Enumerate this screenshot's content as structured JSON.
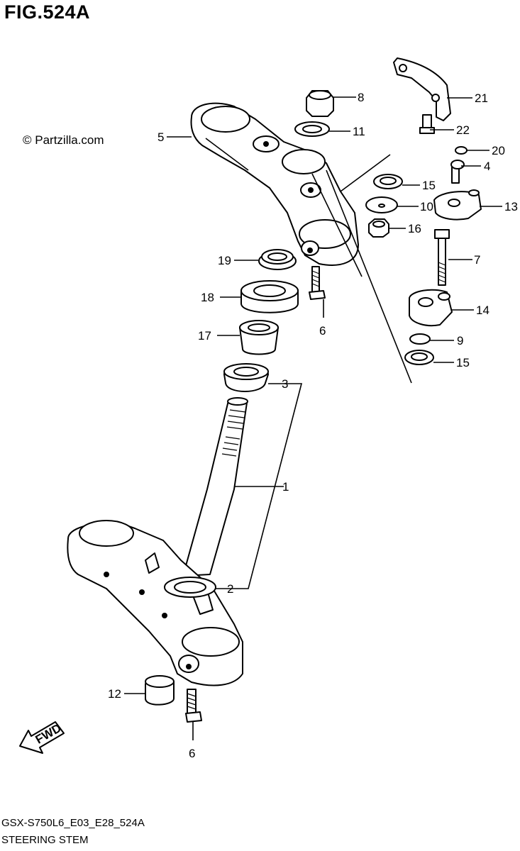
{
  "figure": {
    "title": "FIG.524A",
    "watermark": "© Partzilla.com",
    "model_code": "GSX-S750L6_E03_E28_524A",
    "section_name": "STEERING STEM",
    "fwd_label": "FWD"
  },
  "callouts": [
    {
      "id": "c1",
      "text": "1"
    },
    {
      "id": "c2",
      "text": "2"
    },
    {
      "id": "c3",
      "text": "3"
    },
    {
      "id": "c4",
      "text": "4"
    },
    {
      "id": "c5",
      "text": "5"
    },
    {
      "id": "c6a",
      "text": "6"
    },
    {
      "id": "c6b",
      "text": "6"
    },
    {
      "id": "c7",
      "text": "7"
    },
    {
      "id": "c8",
      "text": "8"
    },
    {
      "id": "c9",
      "text": "9"
    },
    {
      "id": "c10",
      "text": "10"
    },
    {
      "id": "c11",
      "text": "11"
    },
    {
      "id": "c12",
      "text": "12"
    },
    {
      "id": "c13",
      "text": "13"
    },
    {
      "id": "c14",
      "text": "14"
    },
    {
      "id": "c15a",
      "text": "15"
    },
    {
      "id": "c15b",
      "text": "15"
    },
    {
      "id": "c16",
      "text": "16"
    },
    {
      "id": "c17",
      "text": "17"
    },
    {
      "id": "c18",
      "text": "18"
    },
    {
      "id": "c19",
      "text": "19"
    },
    {
      "id": "c20",
      "text": "20"
    },
    {
      "id": "c21",
      "text": "21"
    },
    {
      "id": "c22",
      "text": "22"
    }
  ]
}
